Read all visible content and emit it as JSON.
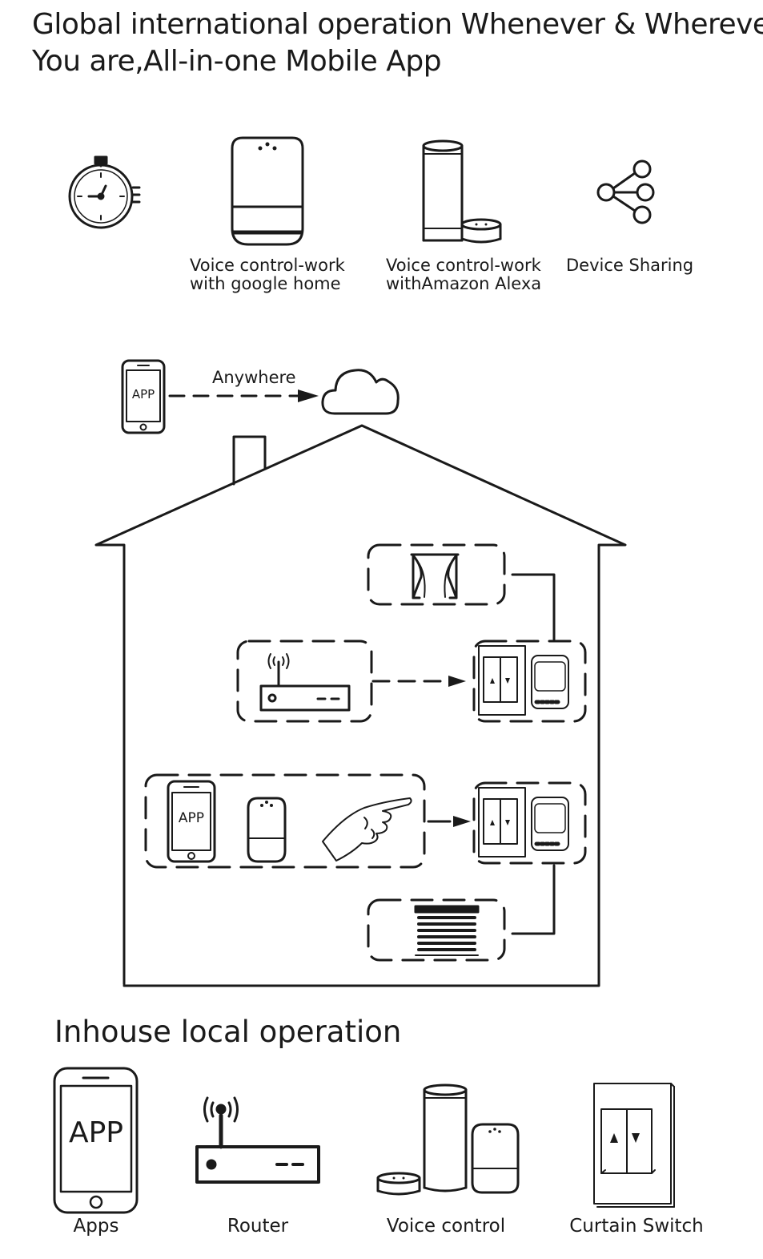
{
  "header": {
    "title_line1": "Global international operation Whenever & Wherever",
    "title_line2": "You are,All-in-one Mobile App"
  },
  "features": [
    {
      "icon": "stopwatch-icon",
      "line1": "",
      "line2": ""
    },
    {
      "icon": "google-home-speaker-icon",
      "line1": "Voice control-work",
      "line2": "with google home"
    },
    {
      "icon": "amazon-alexa-speaker-icon",
      "line1": "Voice control-work",
      "line2": "withAmazon Alexa"
    },
    {
      "icon": "share-icon",
      "line1": "Device Sharing",
      "line2": ""
    }
  ],
  "diagram": {
    "phone_label": "APP",
    "anywhere_label": "Anywhere",
    "inhouse_phone_label": "APP"
  },
  "section": {
    "title": "Inhouse local operation"
  },
  "bottom_items": [
    {
      "icon": "phone-icon",
      "screen_text": "APP",
      "label": "Apps"
    },
    {
      "icon": "router-icon",
      "label": "Router"
    },
    {
      "icon": "voice-speakers-icon",
      "label": "Voice control"
    },
    {
      "icon": "curtain-switch-icon",
      "label": "Curtain Switch"
    }
  ]
}
